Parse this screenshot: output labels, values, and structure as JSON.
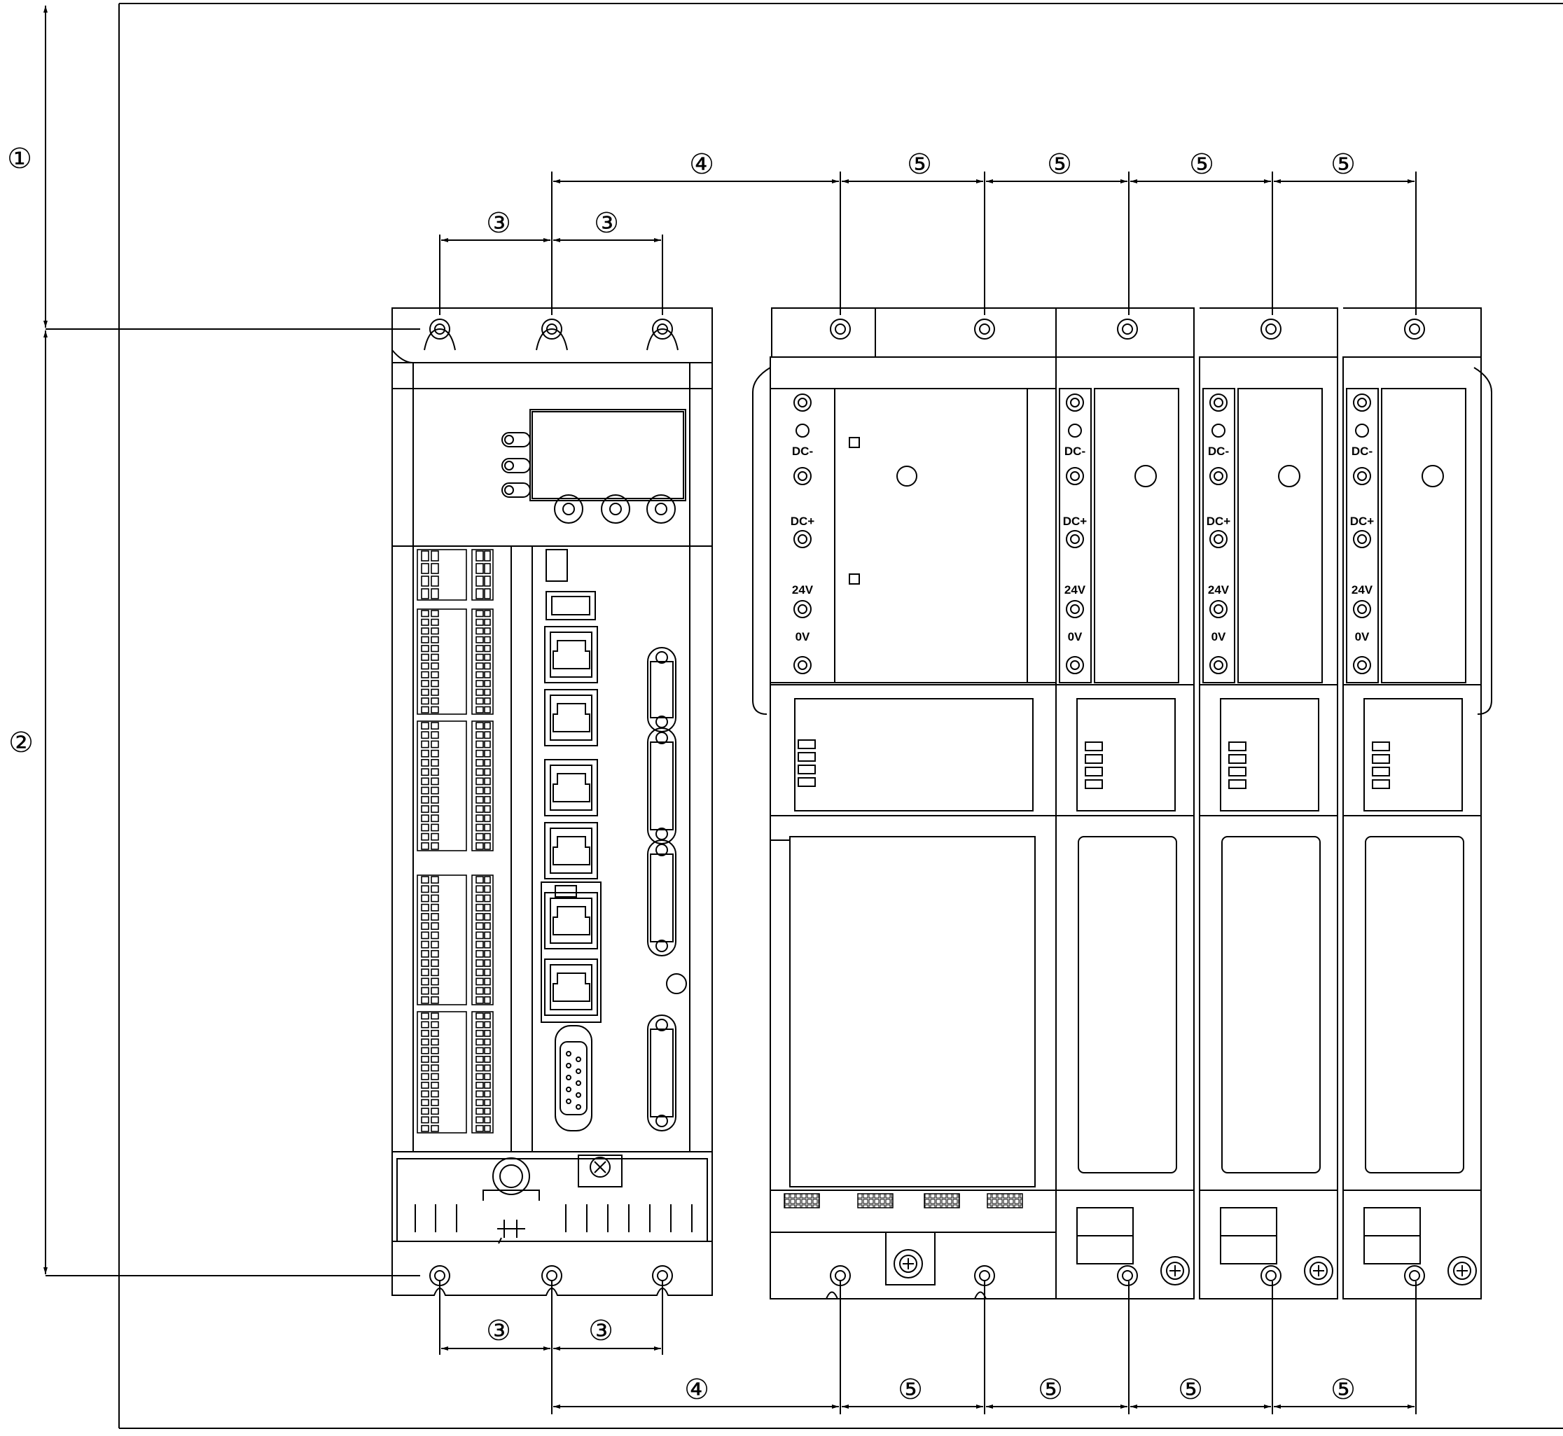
{
  "callouts": {
    "c1": "①",
    "c2": "②",
    "c3": "③",
    "c4": "④",
    "c5": "⑤"
  },
  "terminals": {
    "dc_minus": "DC-",
    "dc_plus": "DC+",
    "v24": "24V",
    "v0": "0V"
  },
  "colors": {
    "line": "#000000",
    "background": "#ffffff"
  }
}
